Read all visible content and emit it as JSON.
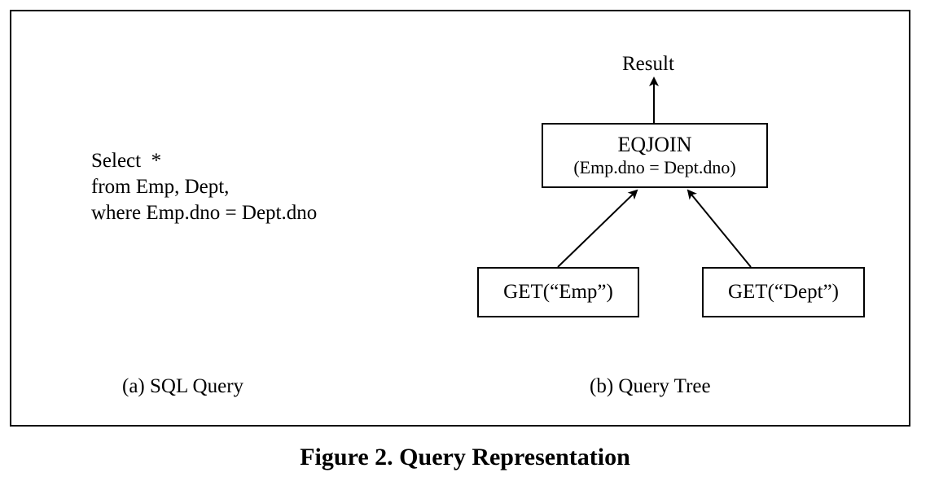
{
  "sql_query": {
    "lines": [
      "Select  *",
      "from Emp, Dept,",
      "where Emp.dno = Dept.dno"
    ],
    "caption": "(a) SQL Query"
  },
  "query_tree": {
    "result_label": "Result",
    "join_node": {
      "title": "EQJOIN",
      "condition": "(Emp.dno = Dept.dno)"
    },
    "left_leaf": {
      "label": "GET(“Emp”)"
    },
    "right_leaf": {
      "label": "GET(“Dept”)"
    },
    "caption": "(b) Query Tree"
  },
  "figure_caption": "Figure 2. Query Representation"
}
